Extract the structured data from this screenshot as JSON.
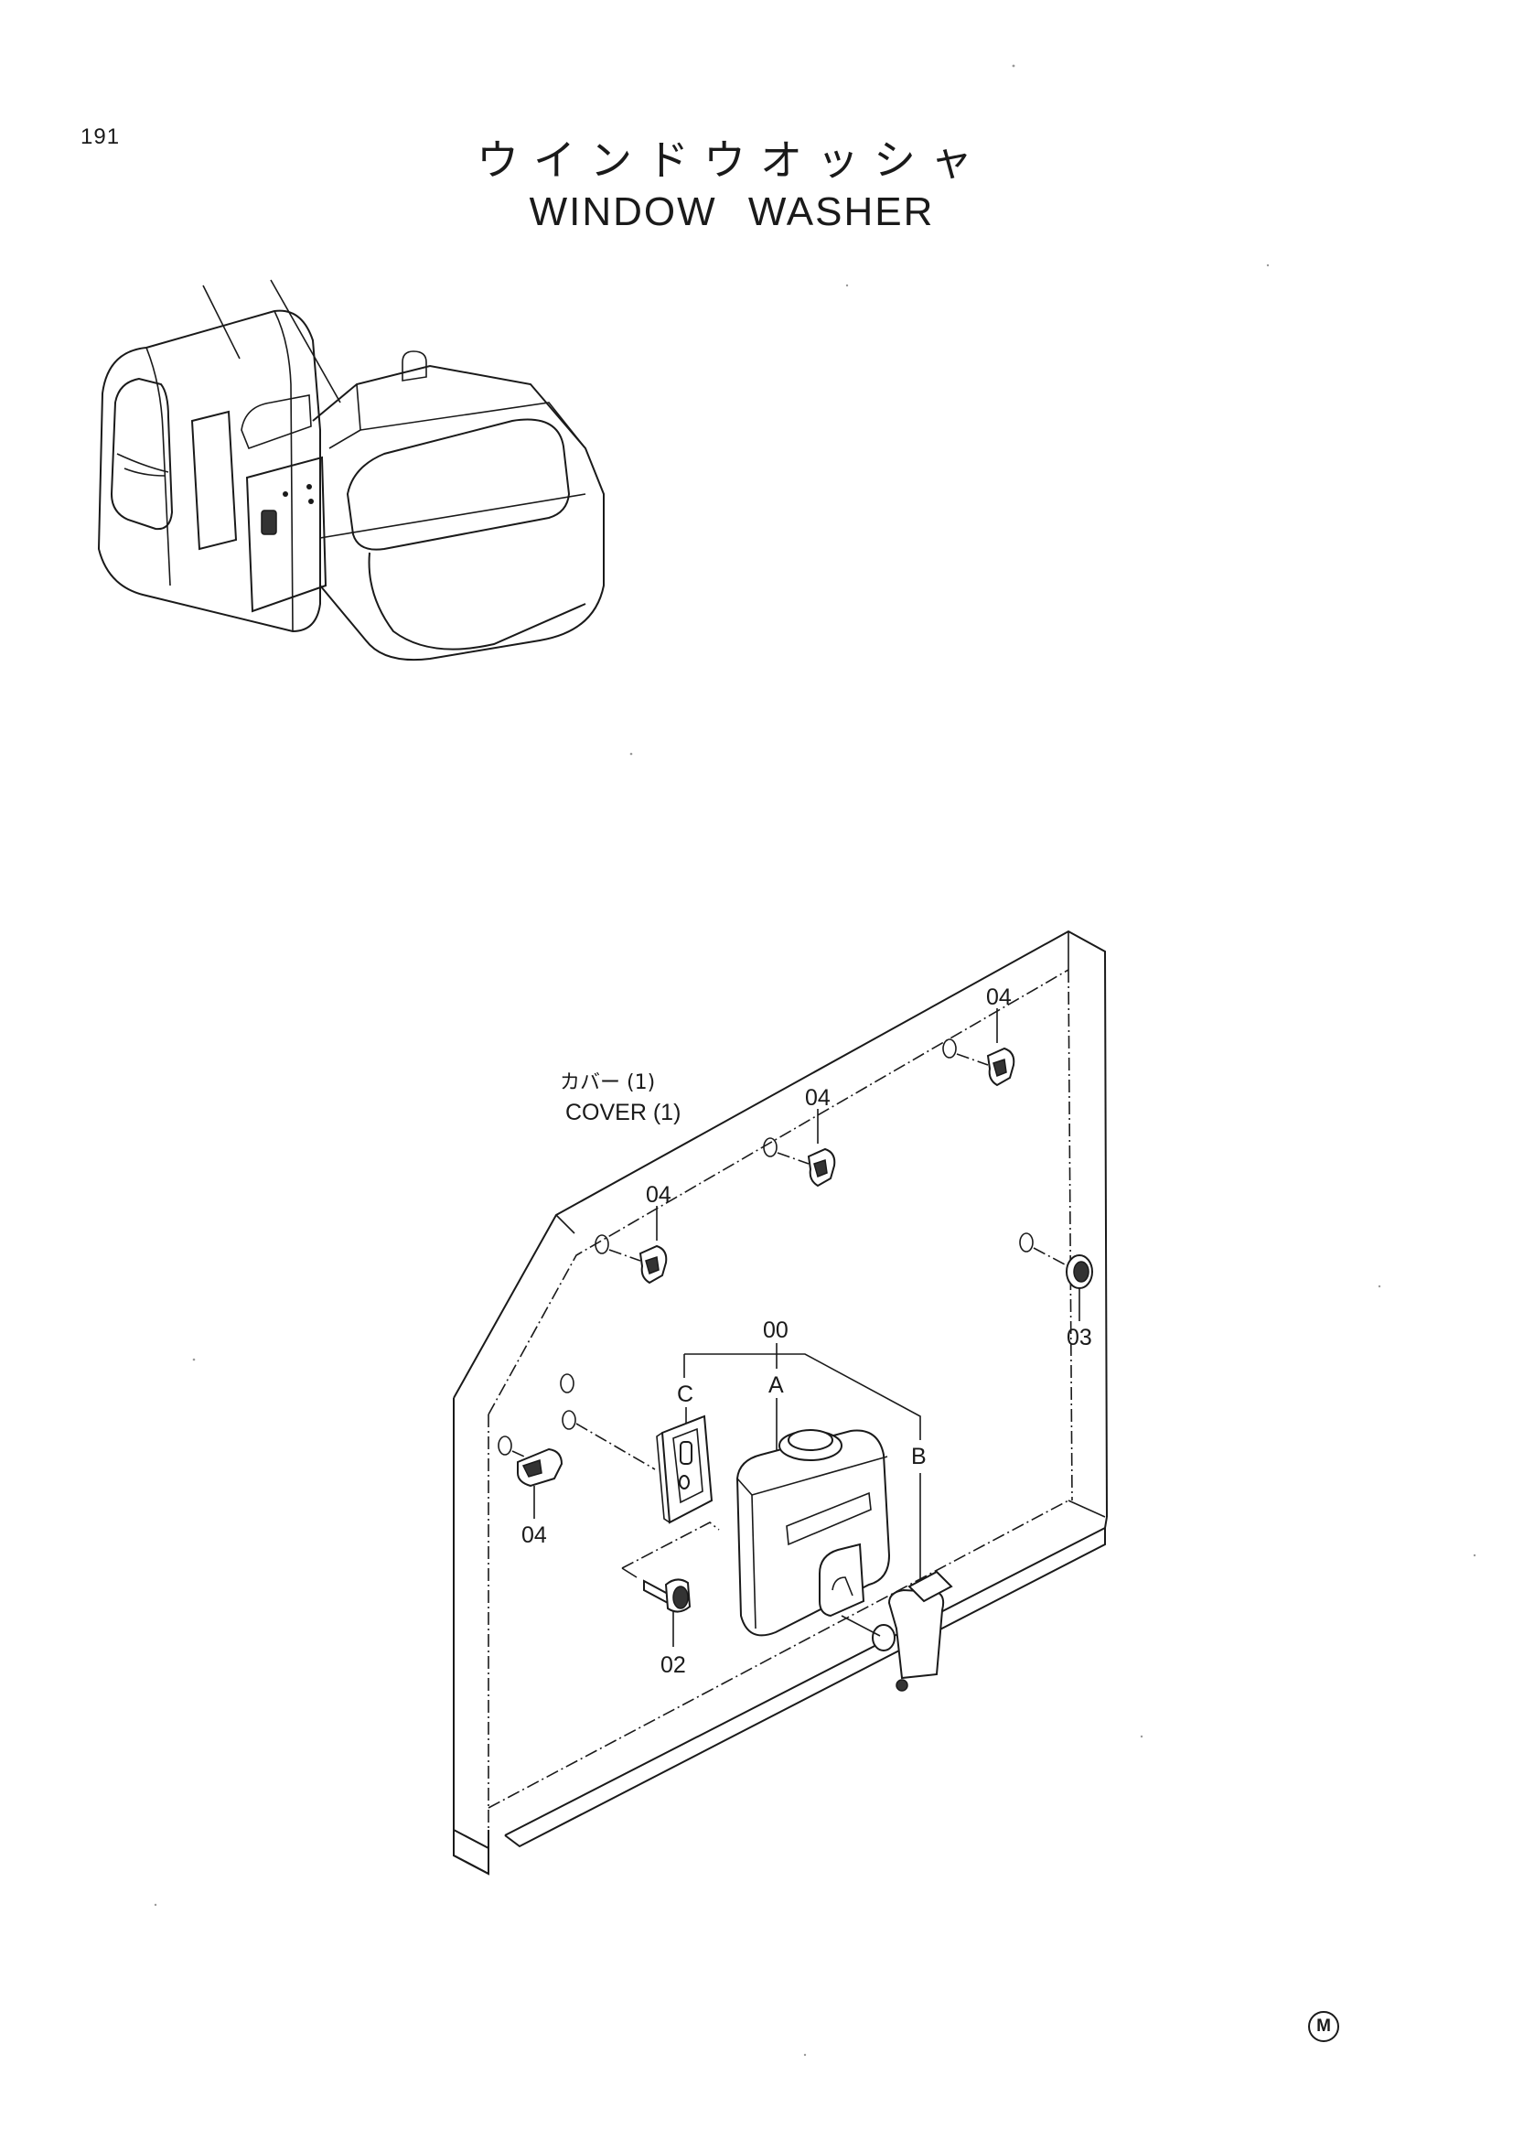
{
  "page": {
    "number": "191",
    "title_jp": "ウインドウオッシャ",
    "title_en": "WINDOW WASHER",
    "mark": "M"
  },
  "cover": {
    "label_jp": "カバー (1)",
    "label_en": "COVER (1)"
  },
  "callouts": {
    "clip_top_right": "04",
    "clip_top_middle": "04",
    "clip_top_left": "04",
    "clip_lower_left": "04",
    "grommet": "03",
    "bolt": "02",
    "assembly": "00",
    "sub_a": "A",
    "sub_b": "B",
    "sub_c": "C"
  }
}
